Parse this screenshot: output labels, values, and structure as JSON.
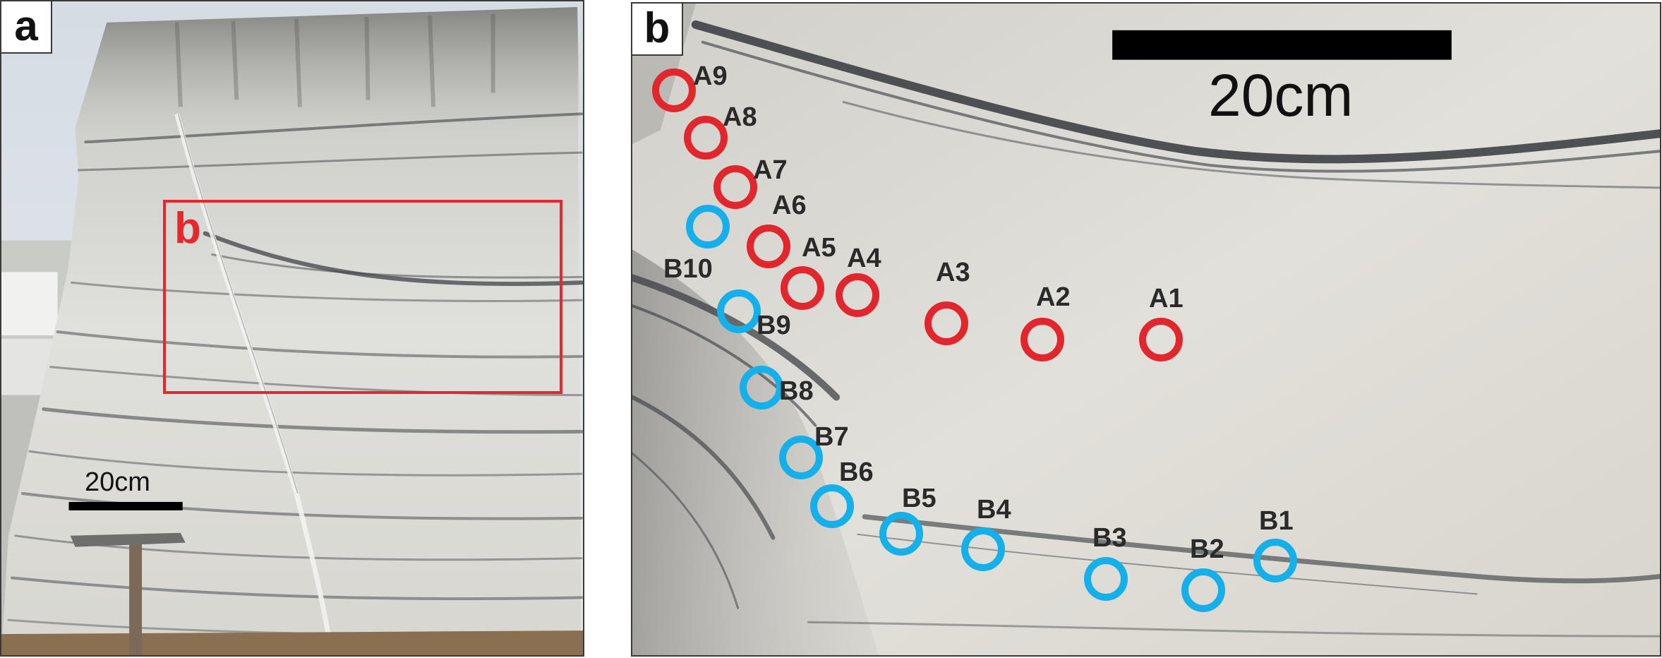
{
  "panel_a": {
    "tag": "a",
    "box_label": "b",
    "scale_label": "20cm"
  },
  "panel_b": {
    "tag": "b",
    "scale_label": "20cm",
    "markers": [
      {
        "label": "A9",
        "color": "#e1262d"
      },
      {
        "label": "A8",
        "color": "#e1262d"
      },
      {
        "label": "A7",
        "color": "#e1262d"
      },
      {
        "label": "A6",
        "color": "#e1262d"
      },
      {
        "label": "A5",
        "color": "#e1262d"
      },
      {
        "label": "A4",
        "color": "#e1262d"
      },
      {
        "label": "A3",
        "color": "#e1262d"
      },
      {
        "label": "A2",
        "color": "#e1262d"
      },
      {
        "label": "A1",
        "color": "#e1262d"
      },
      {
        "label": "B10",
        "color": "#15b0ea"
      },
      {
        "label": "B9",
        "color": "#15b0ea"
      },
      {
        "label": "B8",
        "color": "#15b0ea"
      },
      {
        "label": "B7",
        "color": "#15b0ea"
      },
      {
        "label": "B6",
        "color": "#15b0ea"
      },
      {
        "label": "B5",
        "color": "#15b0ea"
      },
      {
        "label": "B4",
        "color": "#15b0ea"
      },
      {
        "label": "B3",
        "color": "#15b0ea"
      },
      {
        "label": "B2",
        "color": "#15b0ea"
      },
      {
        "label": "B1",
        "color": "#15b0ea"
      }
    ]
  }
}
